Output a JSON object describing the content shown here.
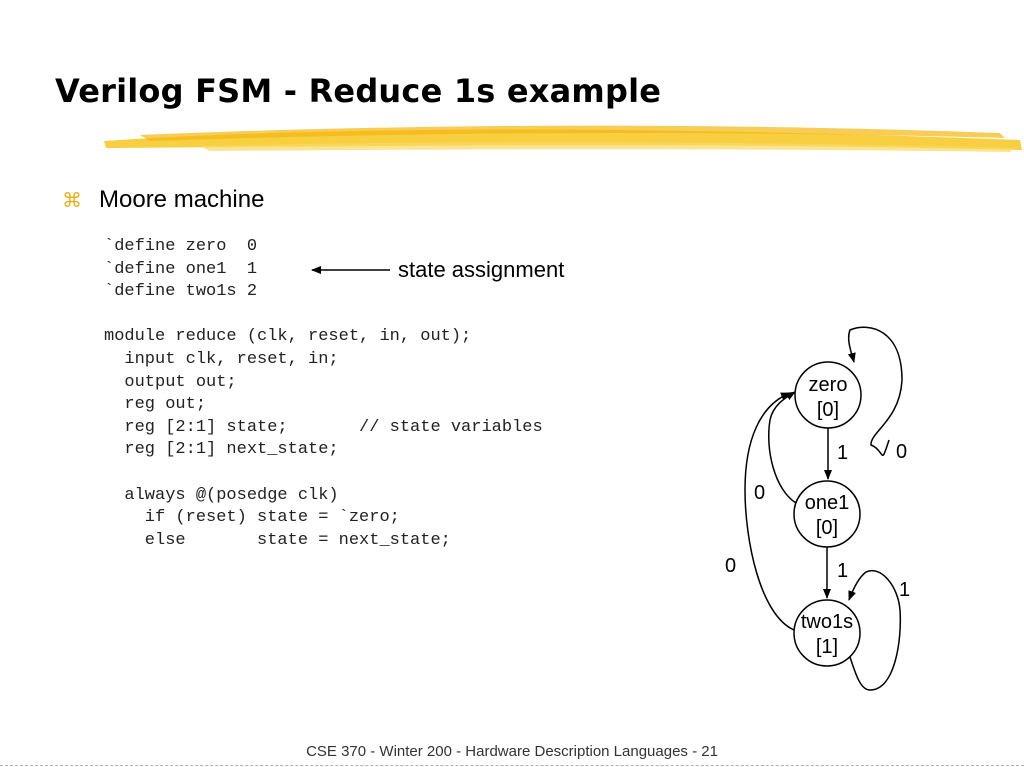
{
  "slide": {
    "title": "Verilog FSM - Reduce 1s example",
    "bullet": "Moore machine",
    "bullet_icon": "command-key-icon",
    "footer": "CSE 370 - Winter 200 - Hardware Description Languages - 21",
    "accent_color": "#f6c71e"
  },
  "code_lines": [
    "`define zero  0",
    "`define one1  1",
    "`define two1s 2",
    "",
    "module reduce (clk, reset, in, out);",
    "  input clk, reset, in;",
    "  output out;",
    "  reg out;",
    "  reg [2:1] state;       // state variables",
    "  reg [2:1] next_state;",
    "",
    "  always @(posedge clk)",
    "    if (reset) state = `zero;",
    "    else       state = next_state;"
  ],
  "annotation": {
    "label": "state assignment"
  },
  "fsm": {
    "states": [
      {
        "name": "zero",
        "output": "[0]"
      },
      {
        "name": "one1",
        "output": "[0]"
      },
      {
        "name": "two1s",
        "output": "[1]"
      }
    ],
    "transitions": [
      {
        "from": "zero",
        "to": "zero",
        "label": "0"
      },
      {
        "from": "zero",
        "to": "one1",
        "label": "1"
      },
      {
        "from": "one1",
        "to": "zero",
        "label": "0"
      },
      {
        "from": "one1",
        "to": "two1s",
        "label": "1"
      },
      {
        "from": "two1s",
        "to": "two1s",
        "label": "1"
      },
      {
        "from": "two1s",
        "to": "zero",
        "label": "0"
      }
    ]
  }
}
